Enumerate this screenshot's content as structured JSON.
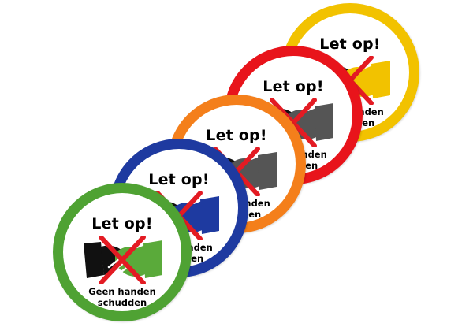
{
  "badges": [
    {
      "id": "yellow",
      "ring_color": "#f2c200",
      "hand_color": "#f2c200",
      "title": "Let op!",
      "line1": "Geen handen",
      "line2": "schudden"
    },
    {
      "id": "red",
      "ring_color": "#e8141b",
      "hand_color": "#555555",
      "title": "Let op!",
      "line1": "Geen handen",
      "line2": "schudden"
    },
    {
      "id": "orange",
      "ring_color": "#f47f1b",
      "hand_color": "#555555",
      "title": "Let op!",
      "line1": "Geen handen",
      "line2": "schudden"
    },
    {
      "id": "blue",
      "ring_color": "#1e3aa0",
      "hand_color": "#1e3aa0",
      "title": "Let op!",
      "line1": "Geen handen",
      "line2": "schudden"
    },
    {
      "id": "green",
      "ring_color": "#4fa233",
      "hand_color": "#5aaa3a",
      "title": "Let op!",
      "line1": "Geen handen",
      "line2": "schudden"
    }
  ],
  "cross_color": "#e31b23",
  "left_hand_color": "#111111",
  "icon": "no-handshake-icon"
}
